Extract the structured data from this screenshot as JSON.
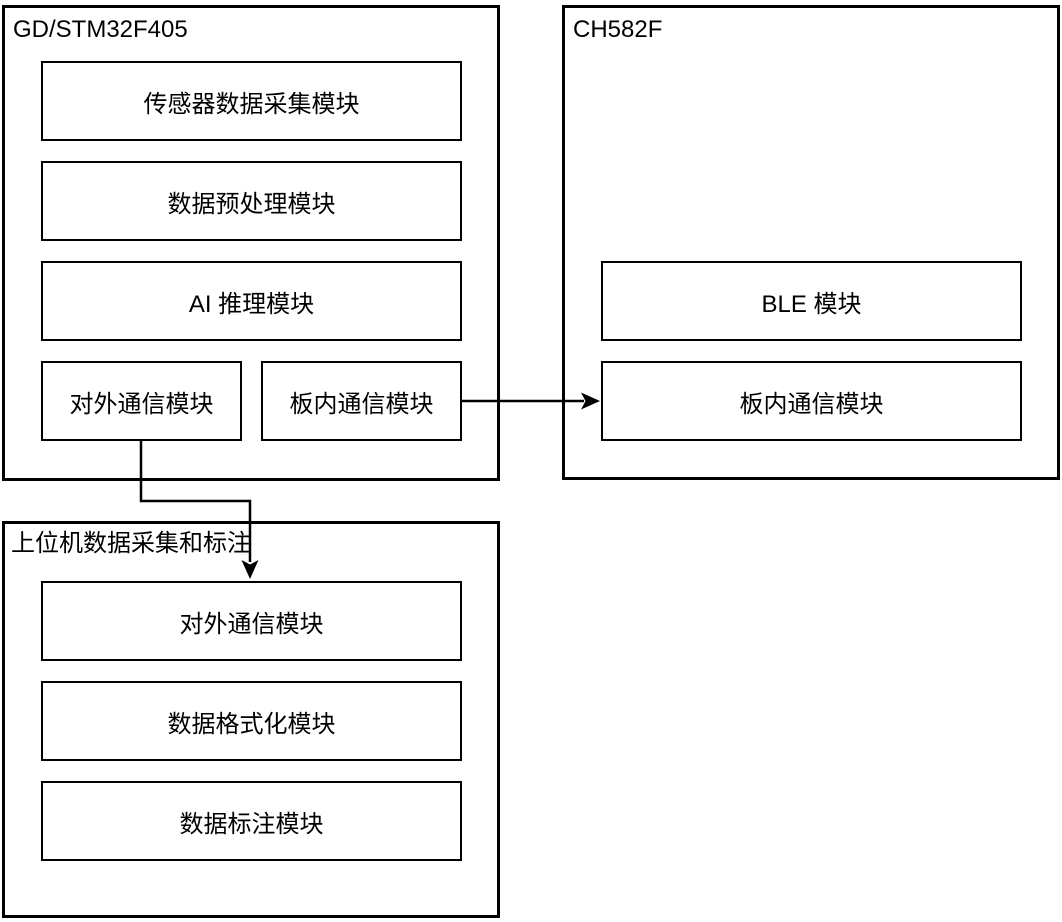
{
  "diagram": {
    "colors": {
      "stroke": "#000000",
      "background": "#ffffff",
      "text": "#000000"
    },
    "groups": [
      {
        "title": "GD/STM32F405",
        "boxes": [
          "传感器数据采集模块",
          "数据预处理模块",
          "AI 推理模块",
          "对外通信模块",
          "板内通信模块"
        ]
      },
      {
        "title": "CH582F",
        "boxes": [
          "BLE 模块",
          "板内通信模块"
        ]
      },
      {
        "title": "上位机数据采集和标注",
        "boxes": [
          "对外通信模块",
          "数据格式化模块",
          "数据标注模块"
        ]
      }
    ],
    "connections": [
      {
        "from": "GD/STM32F405 板内通信模块",
        "to": "CH582F 板内通信模块",
        "style": "arrow",
        "direction": "right"
      },
      {
        "from": "GD/STM32F405 对外通信模块",
        "to": "上位机数据采集和标注 对外通信模块",
        "style": "arrow",
        "direction": "down"
      }
    ]
  }
}
